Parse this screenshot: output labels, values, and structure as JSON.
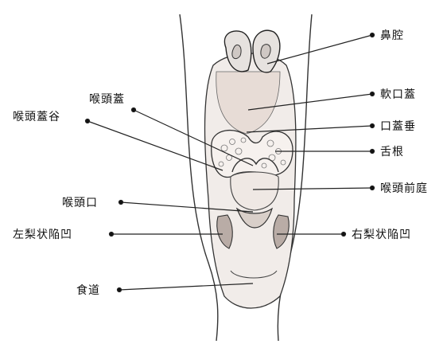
{
  "labels": {
    "nasal_cavity": "鼻腔",
    "soft_palate": "軟口蓋",
    "uvula": "口蓋垂",
    "tongue_root": "舌根",
    "epiglottis": "喉頭蓋",
    "vallecula": "喉頭蓋谷",
    "laryngeal_vestibule": "喉頭前庭",
    "laryngeal_inlet": "喉頭口",
    "left_piriform_sinus": "左梨状陥凹",
    "right_piriform_sinus": "右梨状陥凹",
    "esophagus": "食道"
  }
}
